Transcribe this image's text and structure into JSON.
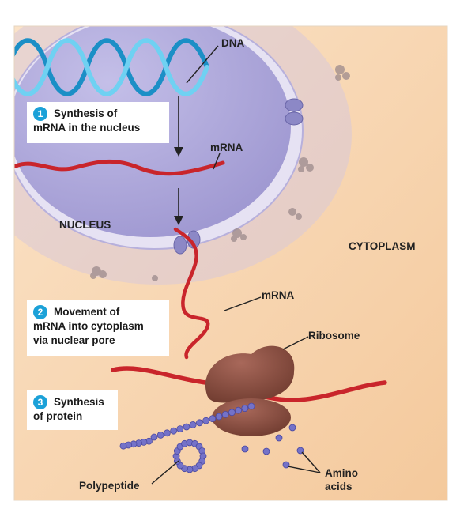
{
  "labels": {
    "dna": "DNA",
    "mrna_top": "mRNA",
    "nucleus": "NUCLEUS",
    "cytoplasm": "CYTOPLASM",
    "mrna_mid": "mRNA",
    "ribosome": "Ribosome",
    "polypeptide": "Polypeptide",
    "amino_acids": "Amino\nacids"
  },
  "steps": [
    {
      "number": "1",
      "line1": "Synthesis of",
      "line2": "mRNA in the nucleus"
    },
    {
      "number": "2",
      "line1": "Movement of",
      "line2": "mRNA into cytoplasm",
      "line3": "via nuclear pore"
    },
    {
      "number": "3",
      "line1": "Synthesis",
      "line2": "of protein"
    }
  ],
  "colors": {
    "cytoplasm": "#f6d3ae",
    "nucleus": "#a9a3d6",
    "dna": "#3bb7e6",
    "mrna": "#d1332b",
    "ribosome": "#8a4e3e",
    "amino_acid": "#6e6dc4",
    "step_badge": "#1ba1d8"
  }
}
